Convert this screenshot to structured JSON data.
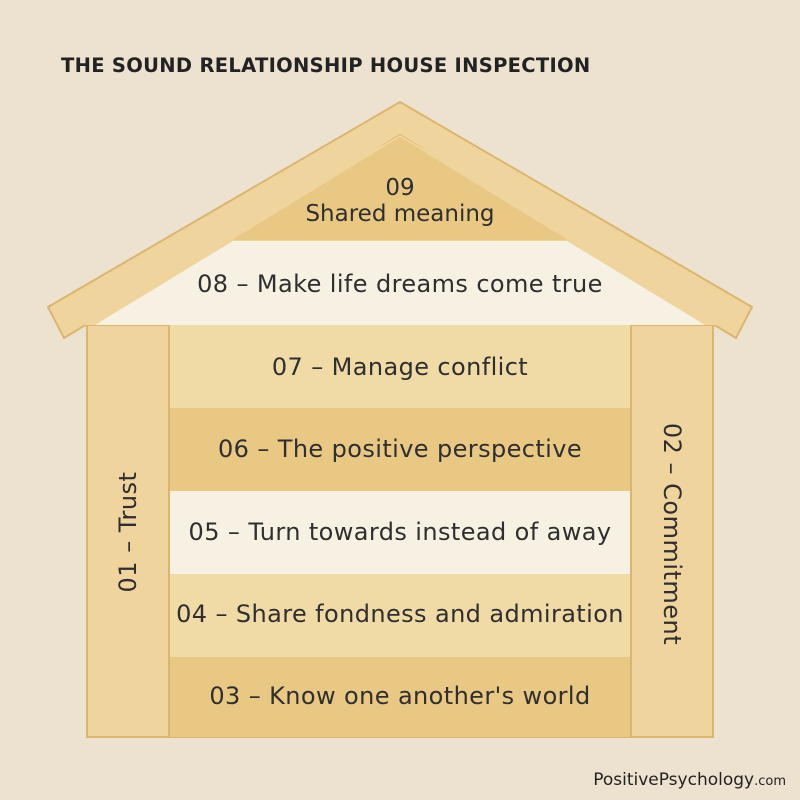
{
  "title": "THE SOUND RELATIONSHIP HOUSE INSPECTION",
  "colors": {
    "background": "#ede2cf",
    "frame": "#efd59d",
    "frame_stroke": "#dcb56e",
    "dark_floor": "#e8c883",
    "light_floor": "#f0dba7",
    "pale_floor": "#f7f1e3",
    "apex": "#e8c883"
  },
  "roof": {
    "apex_number": "09",
    "apex_label": "Shared meaning",
    "attic_label": "08 – Make life dreams come true"
  },
  "floors": [
    {
      "label": "07 – Manage conflict",
      "shade": "light"
    },
    {
      "label": "06 – The positive perspective",
      "shade": "dark"
    },
    {
      "label": "05 – Turn towards instead of away",
      "shade": "pale"
    },
    {
      "label": "04 – Share fondness and admiration",
      "shade": "light"
    },
    {
      "label": "03 – Know one another's world",
      "shade": "dark"
    }
  ],
  "pillars": {
    "left": "01 – Trust",
    "right": "02 – Commitment"
  },
  "footer": {
    "brand": "PositivePsychology",
    "tld": ".com"
  }
}
